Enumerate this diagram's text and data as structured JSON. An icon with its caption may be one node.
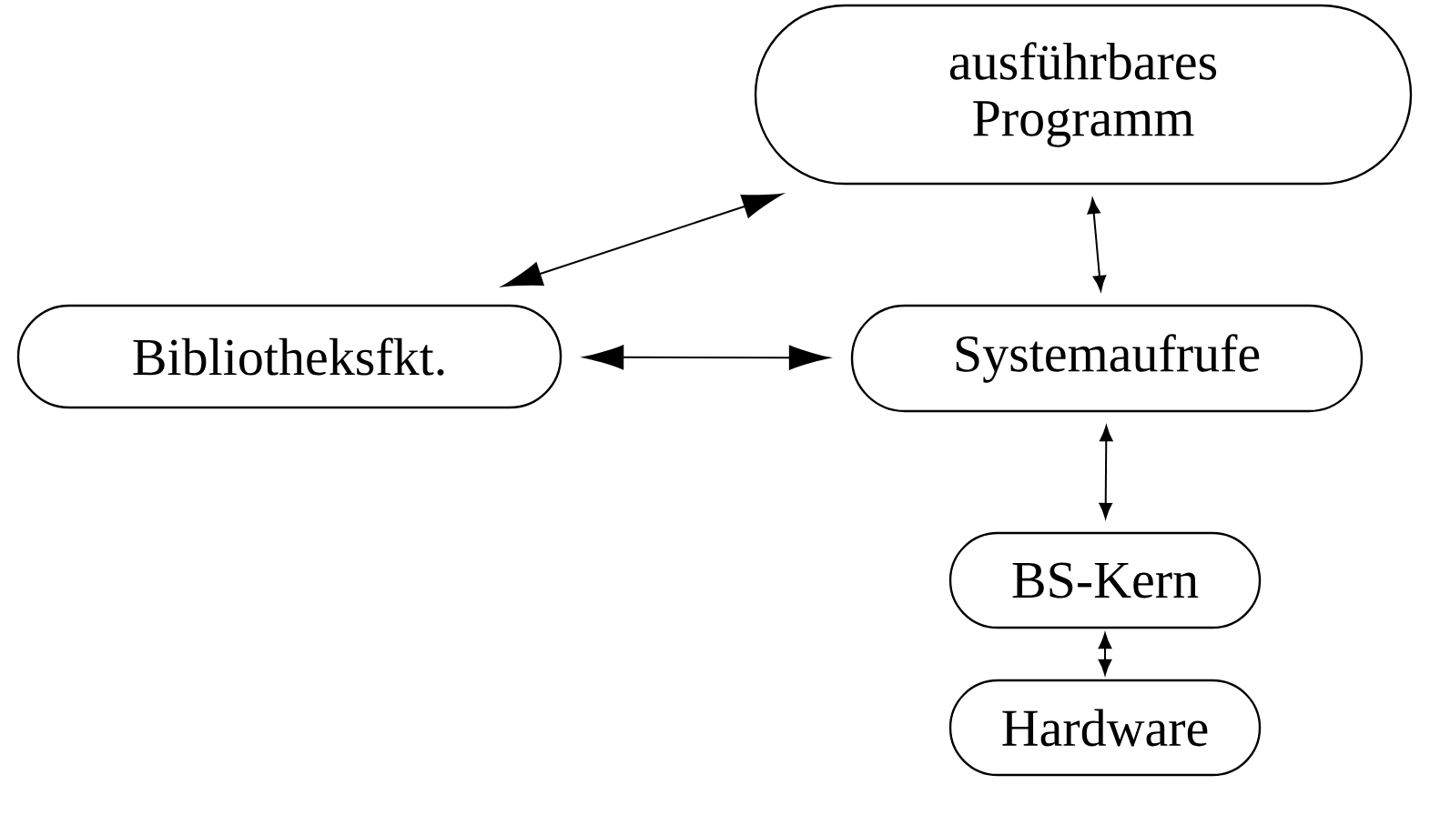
{
  "diagram": {
    "nodes": [
      {
        "text": [
          "ausführbares Programm"
        ]
      },
      {
        "text": [
          "Bibliotheksfkt."
        ]
      },
      {
        "text": [
          "Systemaufrufe"
        ]
      },
      {
        "text": [
          "BS-Kern"
        ]
      },
      {
        "text": [
          "Hardware"
        ]
      }
    ],
    "edges": [
      {
        "from": 1,
        "to": 0,
        "arrow": "both"
      },
      {
        "from": 1,
        "to": 2,
        "arrow": "both"
      },
      {
        "from": 0,
        "to": 2,
        "arrow": "both"
      },
      {
        "from": 2,
        "to": 3,
        "arrow": "both"
      },
      {
        "from": 3,
        "to": 4,
        "arrow": "both"
      }
    ]
  }
}
